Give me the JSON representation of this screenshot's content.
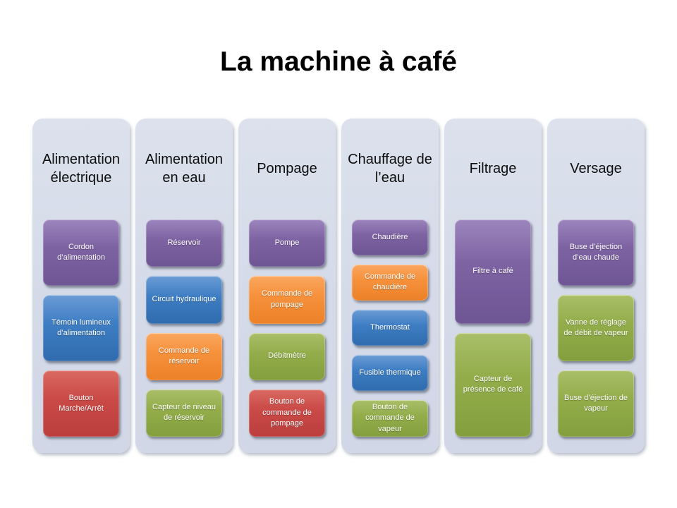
{
  "title": "La machine à café",
  "palette": {
    "purple": "#7E63A3",
    "blue": "#3F7EC4",
    "red": "#CA4A47",
    "orange": "#F6913C",
    "green": "#93AD4B",
    "column_background": "#D5DBE8",
    "title_color": "#000000"
  },
  "columns": [
    {
      "header": "Alimentation électrique",
      "boxes": [
        {
          "label": "Cordon d’alimentation",
          "color": "purple"
        },
        {
          "label": "Témoin lumineux d’alimentation",
          "color": "blue"
        },
        {
          "label": "Bouton Marche/Arrêt",
          "color": "red"
        }
      ]
    },
    {
      "header": "Alimentation en eau",
      "boxes": [
        {
          "label": "Réservoir",
          "color": "purple"
        },
        {
          "label": "Circuit hydraulique",
          "color": "blue"
        },
        {
          "label": "Commande de réservoir",
          "color": "orange"
        },
        {
          "label": "Capteur de niveau de réservoir",
          "color": "green"
        }
      ]
    },
    {
      "header": "Pompage",
      "boxes": [
        {
          "label": "Pompe",
          "color": "purple"
        },
        {
          "label": "Commande de pompage",
          "color": "orange"
        },
        {
          "label": "Débitmètre",
          "color": "green"
        },
        {
          "label": "Bouton de commande de pompage",
          "color": "red"
        }
      ]
    },
    {
      "header": "Chauffage de l’eau",
      "boxes": [
        {
          "label": "Chaudière",
          "color": "purple"
        },
        {
          "label": "Commande de chaudière",
          "color": "orange"
        },
        {
          "label": "Thermostat",
          "color": "blue"
        },
        {
          "label": "Fusible thermique",
          "color": "blue"
        },
        {
          "label": "Bouton de commande de vapeur",
          "color": "green"
        }
      ]
    },
    {
      "header": "Filtrage",
      "boxes": [
        {
          "label": "Filtre à café",
          "color": "purple"
        },
        {
          "label": "Capteur de présence de café",
          "color": "green"
        }
      ]
    },
    {
      "header": "Versage",
      "boxes": [
        {
          "label": "Buse d’éjection d’eau chaude",
          "color": "purple"
        },
        {
          "label": "Vanne de réglage de débit de vapeur",
          "color": "green"
        },
        {
          "label": "Buse d’éjection de vapeur",
          "color": "green"
        }
      ]
    }
  ]
}
